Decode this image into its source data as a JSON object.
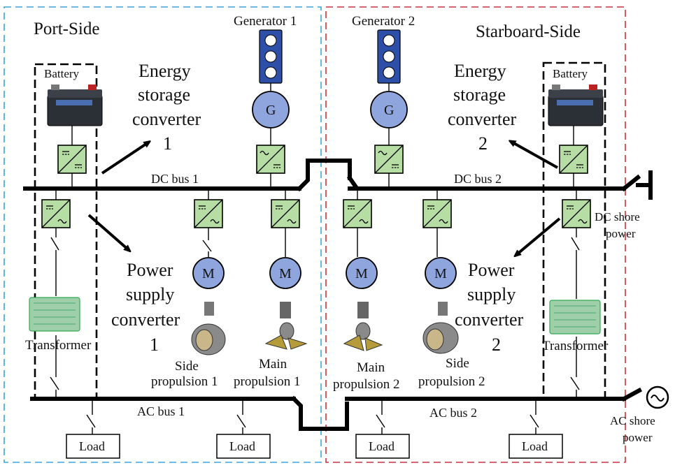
{
  "regions": {
    "port": "Port-Side",
    "starboard": "Starboard-Side"
  },
  "colors": {
    "port_border": "#3aa7d8",
    "starboard_border": "#cc3340",
    "converter_fill": "#b5dda4",
    "machine_fill": "#8fa5dd",
    "generator_stack": "#2d4fa8"
  },
  "generators": {
    "g1": "Generator 1",
    "g2": "Generator 2",
    "symbol": "G"
  },
  "batteries": {
    "left": "Battery",
    "right": "Battery"
  },
  "energy_storage": {
    "left": [
      "Energy",
      "storage",
      "converter",
      "1"
    ],
    "right": [
      "Energy",
      "storage",
      "converter",
      "2"
    ]
  },
  "buses": {
    "dc1": "DC bus 1",
    "dc2": "DC bus 2",
    "ac1": "AC bus 1",
    "ac2": "AC bus 2"
  },
  "shore": {
    "dc": [
      "DC shore",
      "power"
    ],
    "ac": [
      "AC shore",
      "power"
    ]
  },
  "motor_symbol": "M",
  "power_supply": {
    "left": [
      "Power",
      "supply",
      "converter",
      "1"
    ],
    "right": [
      "Power",
      "supply",
      "converter",
      "2"
    ]
  },
  "transformers": {
    "left": "Transformer",
    "right": "Transformer"
  },
  "propulsion": {
    "side1": [
      "Side",
      "propulsion 1"
    ],
    "main1": [
      "Main",
      "propulsion 1"
    ],
    "main2": [
      "Main",
      "propulsion 2"
    ],
    "side2": [
      "Side",
      "propulsion 2"
    ]
  },
  "loads": [
    "Load",
    "Load",
    "Load",
    "Load"
  ]
}
